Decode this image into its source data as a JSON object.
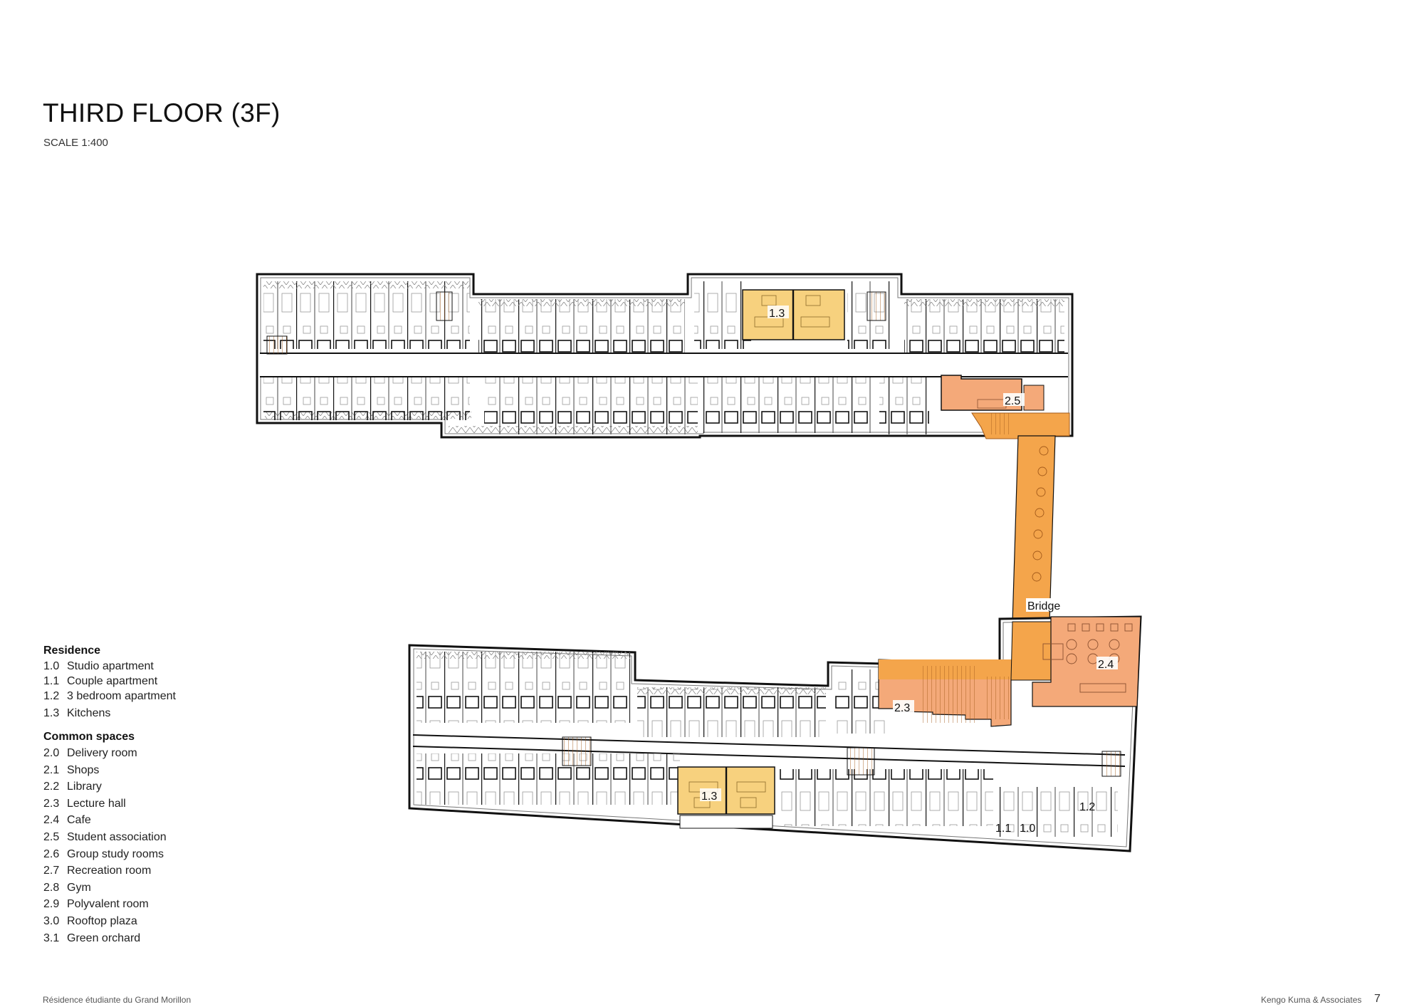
{
  "header": {
    "title": "THIRD FLOOR (3F)",
    "scale": "SCALE 1:400"
  },
  "legend": {
    "residence": {
      "heading": "Residence",
      "items": [
        {
          "code": "1.0",
          "label": "Studio apartment"
        },
        {
          "code": "1.1",
          "label": "Couple apartment"
        },
        {
          "code": "1.2",
          "label": "3 bedroom apartment"
        },
        {
          "code": "1.3",
          "label": "Kitchens"
        }
      ]
    },
    "common": {
      "heading": "Common spaces",
      "items": [
        {
          "code": "2.0",
          "label": "Delivery room"
        },
        {
          "code": "2.1",
          "label": "Shops"
        },
        {
          "code": "2.2",
          "label": "Library"
        },
        {
          "code": "2.3",
          "label": "Lecture hall"
        },
        {
          "code": "2.4",
          "label": "Cafe"
        },
        {
          "code": "2.5",
          "label": "Student association"
        },
        {
          "code": "2.6",
          "label": "Group study rooms"
        },
        {
          "code": "2.7",
          "label": "Recreation room"
        },
        {
          "code": "2.8",
          "label": "Gym"
        },
        {
          "code": "2.9",
          "label": "Polyvalent room"
        },
        {
          "code": "3.0",
          "label": "Rooftop plaza"
        },
        {
          "code": "3.1",
          "label": "Green orchard"
        }
      ]
    }
  },
  "plan": {
    "labels": {
      "kitchen_north": "1.3",
      "kitchen_south": "1.3",
      "student_association": "2.5",
      "bridge": "Bridge",
      "cafe": "2.4",
      "lecture_hall": "2.3",
      "couple_apartment": "1.1",
      "studio_apartment": "1.0",
      "three_bedroom": "1.2"
    },
    "colors": {
      "kitchen": "#f7d17e",
      "common_space": "#f4a979",
      "bridge": "#f4a54b",
      "wall": "#111111"
    }
  },
  "footer": {
    "project": "Résidence étudiante du Grand Morillon",
    "firm": "Kengo Kuma & Associates",
    "page": "7"
  }
}
